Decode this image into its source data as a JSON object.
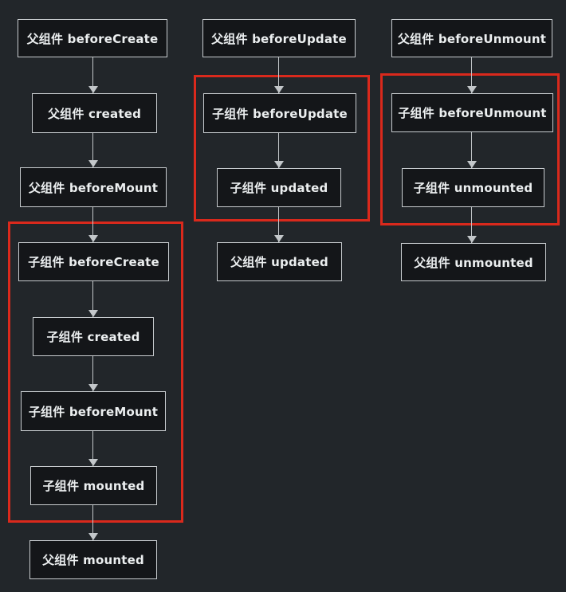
{
  "flows": {
    "mount": {
      "nodes": [
        "父组件 beforeCreate",
        "父组件 created",
        "父组件 beforeMount",
        "子组件 beforeCreate",
        "子组件 created",
        "子组件 beforeMount",
        "子组件 mounted",
        "父组件 mounted"
      ]
    },
    "update": {
      "nodes": [
        "父组件 beforeUpdate",
        "子组件 beforeUpdate",
        "子组件 updated",
        "父组件 updated"
      ]
    },
    "unmount": {
      "nodes": [
        "父组件 beforeUnmount",
        "子组件 beforeUnmount",
        "子组件 unmounted",
        "父组件 unmounted"
      ]
    }
  },
  "colors": {
    "background": "#22262a",
    "node_fill": "#141619",
    "node_border": "#c8cccf",
    "node_text": "#eceff0",
    "highlight_border": "#da291c",
    "arrow": "#c3c7ca"
  }
}
